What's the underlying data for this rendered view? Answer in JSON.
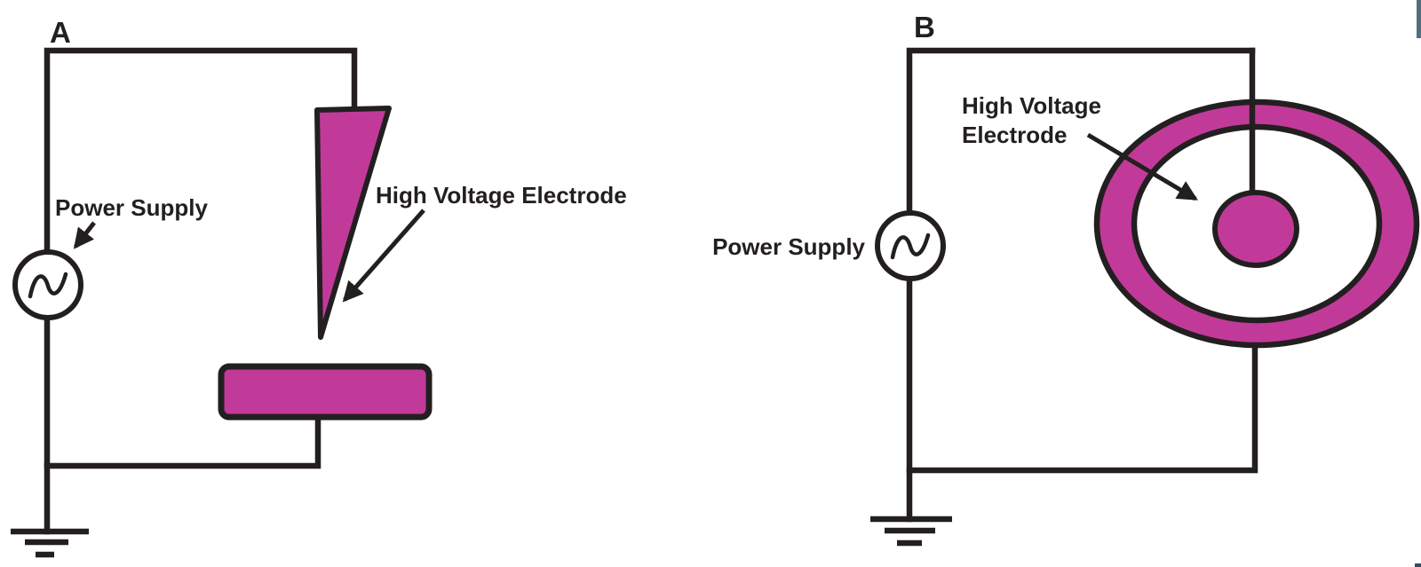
{
  "figure": {
    "type": "circuit-schematic",
    "description_visible_text_only": true
  },
  "colors": {
    "background": "#ffffff",
    "electrode_magenta": "#c23a99",
    "line_black": "#231f20",
    "top_right_bar_blue": "#4e6f80",
    "bottom_right_mark_blue": "#2e4d66"
  },
  "panel_a": {
    "panel_label": "A",
    "power_supply_label": "Power Supply",
    "electrode_label": "High Voltage Electrode",
    "icons": {
      "power_supply_icon": "ac-source-circle-sine",
      "hv_electrode_shape": "needle-triangle",
      "counter_electrode_shape": "plate-rectangle",
      "ground_icon": "earth-ground-symbol"
    }
  },
  "panel_b": {
    "panel_label": "B",
    "power_supply_label": "Power Supply",
    "electrode_label_line1": "High Voltage",
    "electrode_label_line2": "Electrode",
    "icons": {
      "power_supply_icon": "ac-source-circle-sine",
      "hv_electrode_shape": "center-disc",
      "counter_electrode_shape": "outer-ring",
      "ground_icon": "earth-ground-symbol"
    }
  }
}
